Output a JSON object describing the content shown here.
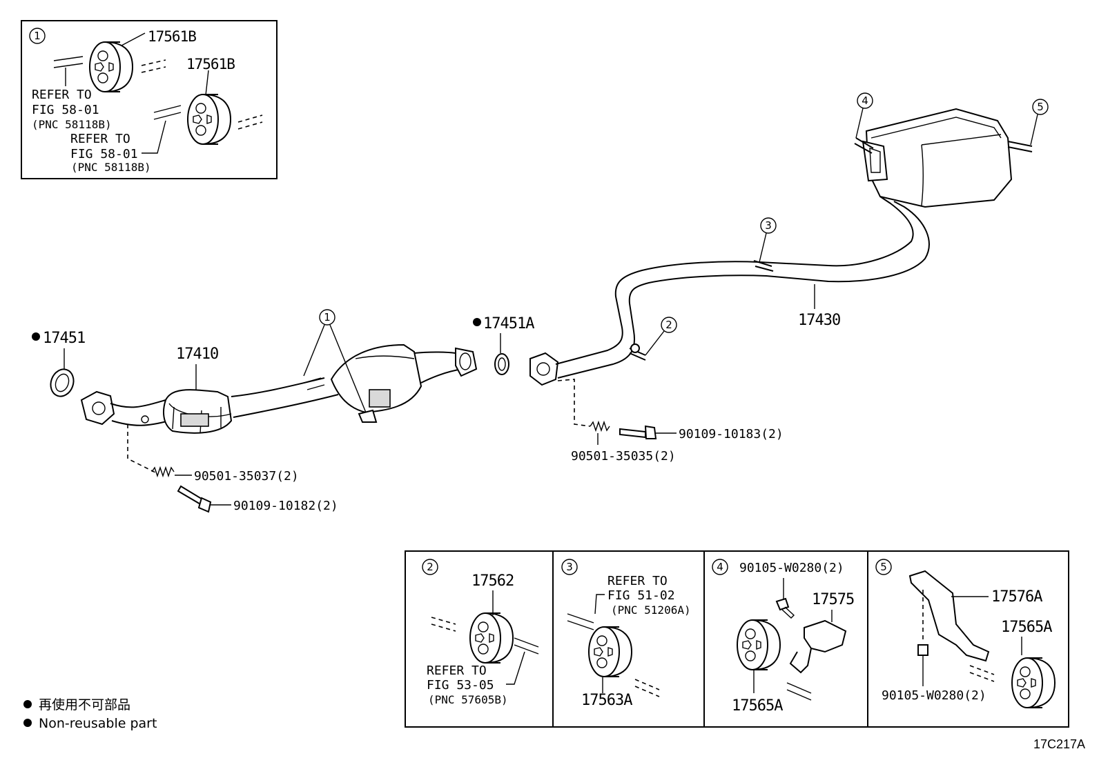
{
  "diagram_code": "17C217A",
  "legend": {
    "japanese": "再使用不可部品",
    "english": "Non-reusable part"
  },
  "main": {
    "gasket_front": "17451",
    "front_pipe": "17410",
    "gasket_center": "17451A",
    "tail_pipe": "17430",
    "spring_front": "90501-35037(2)",
    "bolt_front": "90109-10182(2)",
    "spring_center": "90501-35035(2)",
    "bolt_center": "90109-10183(2)",
    "callout_1": "1",
    "callout_2": "2",
    "callout_3": "3",
    "callout_4": "4",
    "callout_5": "5"
  },
  "detail1": {
    "num": "1",
    "part_a": "17561B",
    "part_b": "17561B",
    "ref1_line1": "REFER TO",
    "ref1_line2": "FIG 58-01",
    "ref1_line3": "(PNC 58118B)",
    "ref2_line1": "REFER TO",
    "ref2_line2": "FIG 58-01",
    "ref2_line3": "(PNC 58118B)"
  },
  "detail2": {
    "num": "2",
    "part": "17562",
    "ref_line1": "REFER TO",
    "ref_line2": "FIG 53-05",
    "ref_line3": "(PNC 57605B)"
  },
  "detail3": {
    "num": "3",
    "part": "17563A",
    "ref_line1": "REFER TO",
    "ref_line2": "FIG 51-02",
    "ref_line3": "(PNC 51206A)"
  },
  "detail4": {
    "num": "4",
    "bolt": "90105-W0280(2)",
    "bracket": "17575",
    "hanger": "17565A"
  },
  "detail5": {
    "num": "5",
    "bracket": "17576A",
    "hanger": "17565A",
    "bolt": "90105-W0280(2)"
  }
}
